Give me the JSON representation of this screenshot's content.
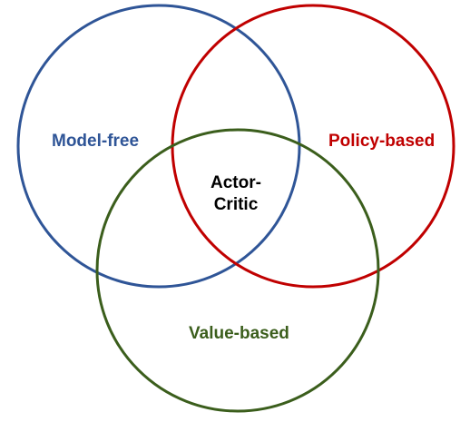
{
  "diagram": {
    "sets": [
      {
        "key": "model_free",
        "label": "Model-free",
        "color": "#2f5597"
      },
      {
        "key": "policy_based",
        "label": "Policy-based",
        "color": "#c00000"
      },
      {
        "key": "value_based",
        "label": "Value-based",
        "color": "#3b5e1c"
      }
    ],
    "intersection": {
      "label_line1": "Actor-",
      "label_line2": "Critic",
      "color": "#000000"
    }
  }
}
